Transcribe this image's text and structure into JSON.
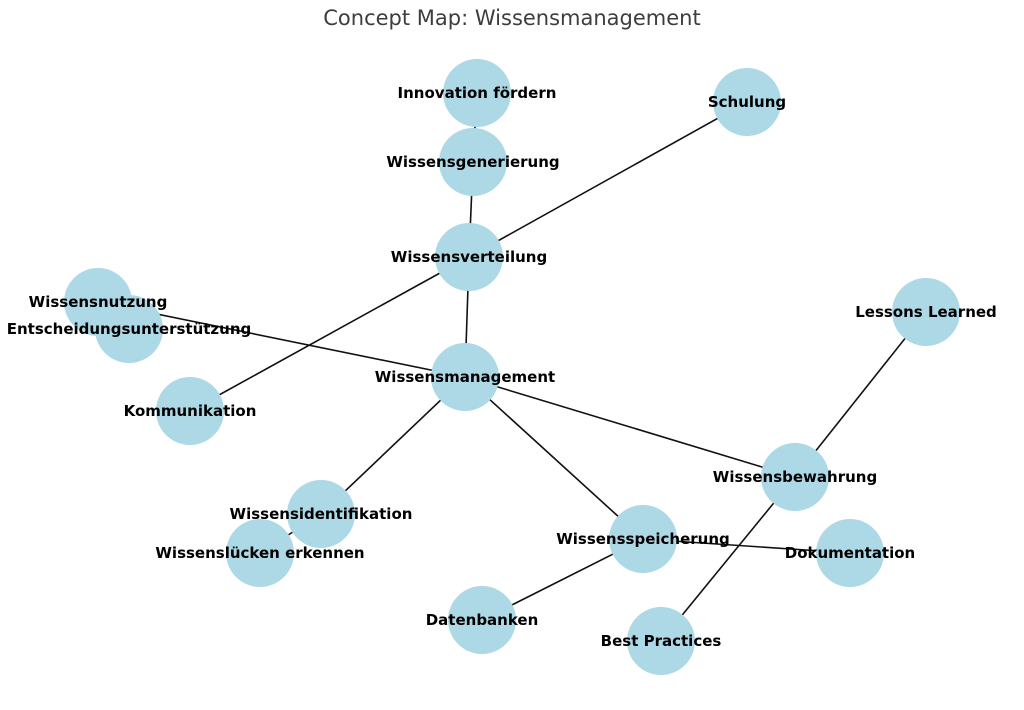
{
  "title": "Concept Map: Wissensmanagement",
  "colors": {
    "node": "#add8e6",
    "edge": "#111111",
    "label": "#000000",
    "title": "#3d3d3d"
  },
  "nodes": [
    {
      "id": "wissensmanagement",
      "label": "Wissensmanagement"
    },
    {
      "id": "wissensverteilung",
      "label": "Wissensverteilung"
    },
    {
      "id": "wissensgenerierung",
      "label": "Wissensgenerierung"
    },
    {
      "id": "innovation",
      "label": "Innovation fördern"
    },
    {
      "id": "schulung",
      "label": "Schulung"
    },
    {
      "id": "kommunikation",
      "label": "Kommunikation"
    },
    {
      "id": "wissensnutzung",
      "label": "Wissensnutzung"
    },
    {
      "id": "entscheidung",
      "label": "Entscheidungsunterstützung"
    },
    {
      "id": "lessons",
      "label": "Lessons Learned"
    },
    {
      "id": "wissensbewahrung",
      "label": "Wissensbewahrung"
    },
    {
      "id": "wissensidentifikation",
      "label": "Wissensidentifikation"
    },
    {
      "id": "wissensluecken",
      "label": "Wissenslücken erkennen"
    },
    {
      "id": "wissensspeicherung",
      "label": "Wissensspeicherung"
    },
    {
      "id": "dokumentation",
      "label": "Dokumentation"
    },
    {
      "id": "datenbanken",
      "label": "Datenbanken"
    },
    {
      "id": "bestpractices",
      "label": "Best Practices"
    }
  ],
  "edges": [
    [
      "wissensmanagement",
      "wissensverteilung"
    ],
    [
      "wissensverteilung",
      "wissensgenerierung"
    ],
    [
      "wissensgenerierung",
      "innovation"
    ],
    [
      "wissensverteilung",
      "schulung"
    ],
    [
      "wissensverteilung",
      "kommunikation"
    ],
    [
      "wissensmanagement",
      "wissensnutzung"
    ],
    [
      "wissensnutzung",
      "entscheidung"
    ],
    [
      "wissensmanagement",
      "wissensbewahrung"
    ],
    [
      "wissensbewahrung",
      "lessons"
    ],
    [
      "wissensbewahrung",
      "bestpractices"
    ],
    [
      "wissensmanagement",
      "wissensidentifikation"
    ],
    [
      "wissensidentifikation",
      "wissensluecken"
    ],
    [
      "wissensmanagement",
      "wissensspeicherung"
    ],
    [
      "wissensspeicherung",
      "dokumentation"
    ],
    [
      "wissensspeicherung",
      "datenbanken"
    ]
  ]
}
